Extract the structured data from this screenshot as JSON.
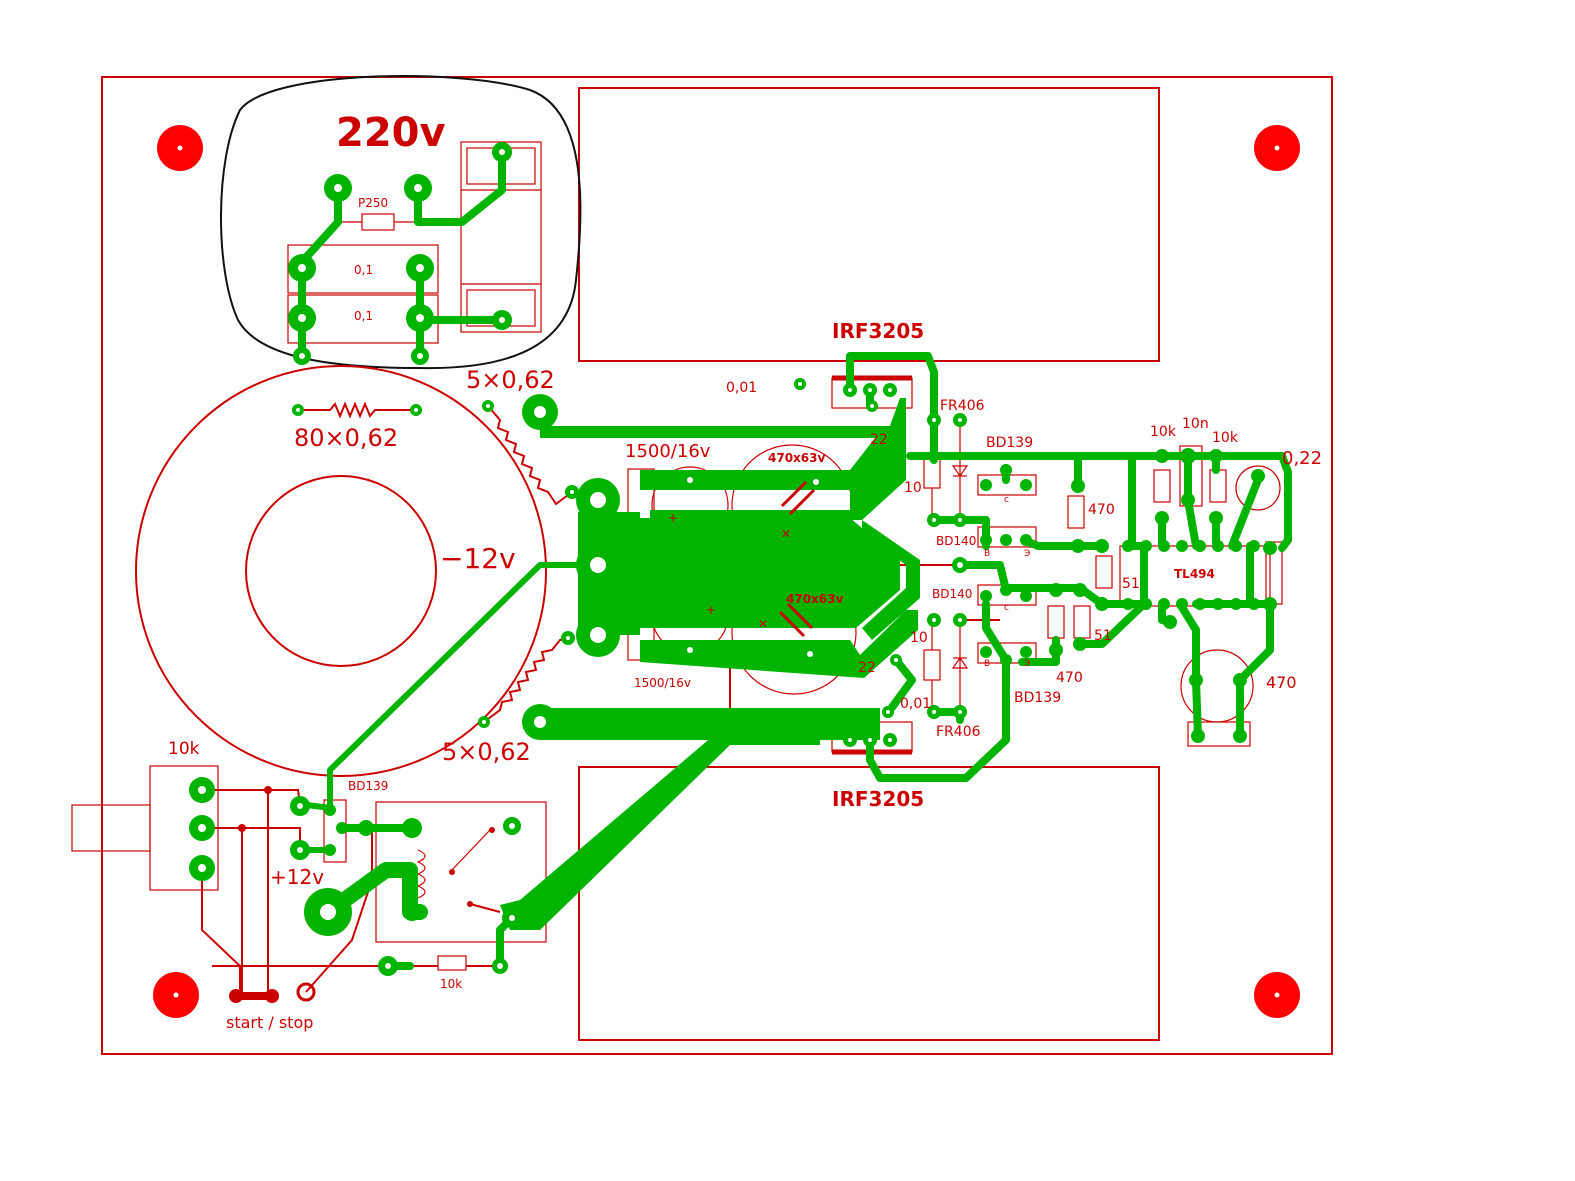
{
  "mains_label": "220v",
  "fuse_label": "P250",
  "cap_top_label": "0,1",
  "cap_bottom_label": "0,1",
  "mosfet_top_label": "IRF3205",
  "mosfet_bottom_label": "IRF3205",
  "winding_top_label": "5×0,62",
  "winding_bottom_label": "5×0,62",
  "winding_main_label": "80×0,62",
  "input_voltage_label": "−12v",
  "cap_1500_top_label": "1500/16v",
  "cap_1500_bottom_label": "1500/16v",
  "cap_470_top_label": "470x63v",
  "cap_470_bottom_label": "470x63v",
  "cap_001_top_label": "0,01",
  "cap_001_bottom_label": "0,01",
  "res_22_top_label": "22",
  "res_22_bottom_label": "22",
  "diode_top_label": "FR406",
  "diode_bottom_label": "FR406",
  "res_10_top_label": "10",
  "res_10_bottom_label": "10",
  "bd139_top_label": "BD139",
  "bd140_top_label": "BD140",
  "bd140_bottom_label": "BD140",
  "bd139_bottom_label": "BD139",
  "res_470_top_label": "470",
  "res_470_bottom_label": "470",
  "res_51_top_label": "51",
  "res_51_bottom_label": "51",
  "ic_label": "TL494",
  "res_10k_left_label": "10k",
  "cap_10n_label": "10n",
  "res_10k_right_label": "10k",
  "cap_022_label": "0,22",
  "cap_470_right_label": "470",
  "pot_label": "10k",
  "bd139_start_label": "BD139",
  "plus12_label": "+12v",
  "res_10k_bottom_label": "10k",
  "startstop_label": "start / stop",
  "colors": {
    "copper": "#00b400",
    "silkscreen": "#cc0000",
    "background": "#ffffff"
  }
}
